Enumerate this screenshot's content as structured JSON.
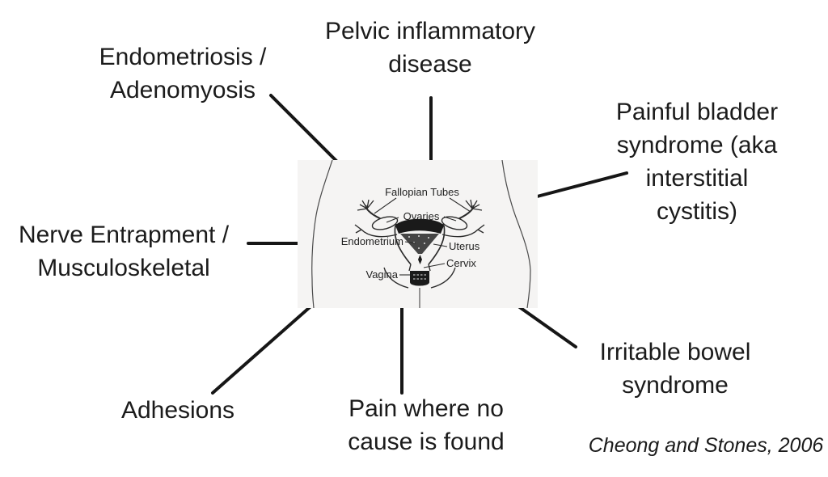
{
  "slide": {
    "causes": {
      "endometriosis": "Endometriosis /\nAdenomyosis",
      "pelvic_inflammatory": "Pelvic inflammatory\ndisease",
      "painful_bladder": "Painful bladder\nsyndrome (aka\ninterstitial\ncystitis)",
      "nerve_entrapment": "Nerve Entrapment /\nMusculoskeletal",
      "adhesions": "Adhesions",
      "no_cause": "Pain where no\ncause is found",
      "irritable_bowel": "Irritable bowel\nsyndrome"
    },
    "citation": "Cheong and Stones, 2006",
    "anatomy": {
      "fallopian_tubes": "Fallopian Tubes",
      "ovaries": "Ovaries",
      "endometrium": "Endometrium",
      "uterus": "Uterus",
      "cervix": "Cervix",
      "vagina": "Vagina"
    },
    "colors": {
      "background": "#ffffff",
      "text": "#1b1b1b",
      "connector_line": "#161616",
      "figure_background": "#f5f4f3",
      "figure_ink": "#2b2b2b"
    }
  }
}
